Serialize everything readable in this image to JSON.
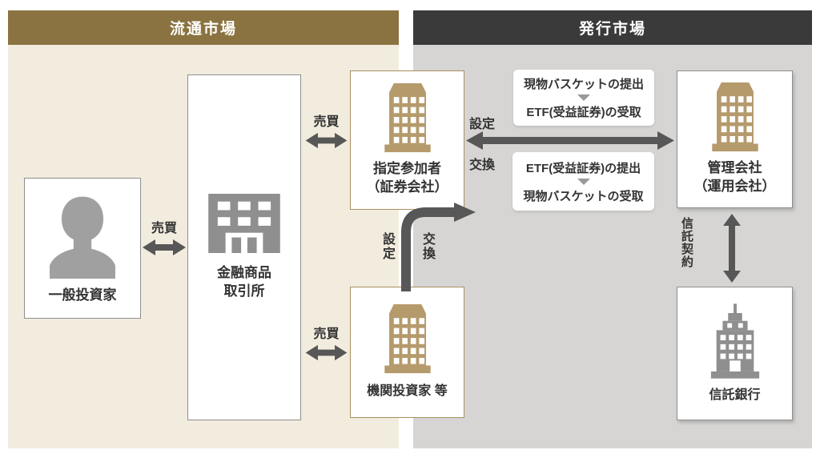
{
  "panels": {
    "secondary_market": {
      "title": "流通市場",
      "header_bg": "#8A7340",
      "body_bg": "#F2ECDF"
    },
    "primary_market": {
      "title": "発行市場",
      "header_bg": "#3A3A3A",
      "body_bg": "#D6D5D3"
    }
  },
  "nodes": {
    "general_investor": {
      "label": "一般投資家",
      "icon": "person-icon"
    },
    "exchange": {
      "line1": "金融商品",
      "line2": "取引所",
      "icon": "exchange-building-icon"
    },
    "designated_participant": {
      "line1": "指定参加者",
      "line2": "（証券会社）",
      "icon": "office-building-icon"
    },
    "institutional_investor": {
      "label": "機関投資家 等",
      "icon": "office-building-icon"
    },
    "management_company": {
      "line1": "管理会社",
      "line2": "（運用会社）",
      "icon": "office-building-icon"
    },
    "trust_bank": {
      "label": "信託銀行",
      "icon": "bank-building-icon"
    }
  },
  "edge_labels": {
    "trade_investor_exchange": "売買",
    "trade_exchange_participant": "売買",
    "trade_exchange_institutional": "売買",
    "creation": "設定",
    "exchange": "交換",
    "creation_vertical": "設定",
    "exchange_vertical": "交換",
    "trust_agreement": "信託契約"
  },
  "flow_boxes": {
    "creation_flow": {
      "step1": "現物バスケットの提出",
      "step2": "ETF(受益証券)の受取"
    },
    "redemption_flow": {
      "step1": "ETF(受益証券)の提出",
      "step2": "現物バスケットの受取"
    }
  },
  "colors": {
    "arrow": "#575757",
    "building_tan": "#B59A6C",
    "building_gray": "#8F8F8F",
    "person_gray": "#A0A0A0",
    "triangle_gray": "#9A9A9A"
  }
}
